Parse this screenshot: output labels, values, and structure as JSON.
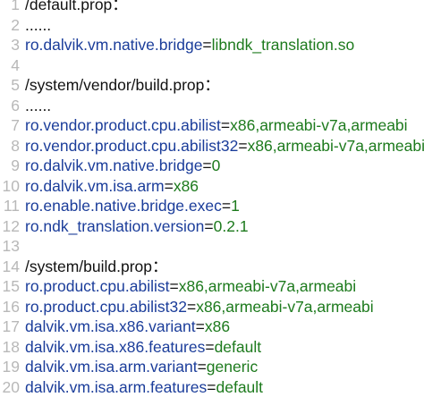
{
  "colors": {
    "line_number": "#b8b8b8",
    "plain_text": "#111111",
    "key_text": "#1b3d9a",
    "value_text": "#1d7a1d",
    "background": "#ffffff"
  },
  "lines": [
    {
      "num": "1",
      "text": "/default.prop："
    },
    {
      "num": "2",
      "text": "......"
    },
    {
      "num": "3",
      "key": "ro.dalvik.vm.native.bridge",
      "eq": "=",
      "value": "libndk_translation.so"
    },
    {
      "num": "4",
      "text": ""
    },
    {
      "num": "5",
      "text": "/system/vendor/build.prop："
    },
    {
      "num": "6",
      "text": "......"
    },
    {
      "num": "7",
      "key": "ro.vendor.product.cpu.abilist",
      "eq": "=",
      "value": "x86,armeabi-v7a,armeabi"
    },
    {
      "num": "8",
      "key": "ro.vendor.product.cpu.abilist32",
      "eq": "=",
      "value": "x86,armeabi-v7a,armeabi"
    },
    {
      "num": "9",
      "key": "ro.dalvik.vm.native.bridge",
      "eq": "=",
      "value": "0"
    },
    {
      "num": "10",
      "key": "ro.dalvik.vm.isa.arm",
      "eq": "=",
      "value": "x86"
    },
    {
      "num": "11",
      "key": "ro.enable.native.bridge.exec",
      "eq": "=",
      "value": "1"
    },
    {
      "num": "12",
      "key": "ro.ndk_translation.version",
      "eq": "=",
      "value": "0.2.1"
    },
    {
      "num": "13",
      "text": ""
    },
    {
      "num": "14",
      "text": "/system/build.prop："
    },
    {
      "num": "15",
      "key": "ro.product.cpu.abilist",
      "eq": "=",
      "value": "x86,armeabi-v7a,armeabi"
    },
    {
      "num": "16",
      "key": "ro.product.cpu.abilist32",
      "eq": "=",
      "value": "x86,armeabi-v7a,armeabi"
    },
    {
      "num": "17",
      "key": "dalvik.vm.isa.x86.variant",
      "eq": "=",
      "value": "x86"
    },
    {
      "num": "18",
      "key": "dalvik.vm.isa.x86.features",
      "eq": "=",
      "value": "default"
    },
    {
      "num": "19",
      "key": "dalvik.vm.isa.arm.variant",
      "eq": "=",
      "value": "generic"
    },
    {
      "num": "20",
      "key": "dalvik.vm.isa.arm.features",
      "eq": "=",
      "value": "default"
    }
  ]
}
